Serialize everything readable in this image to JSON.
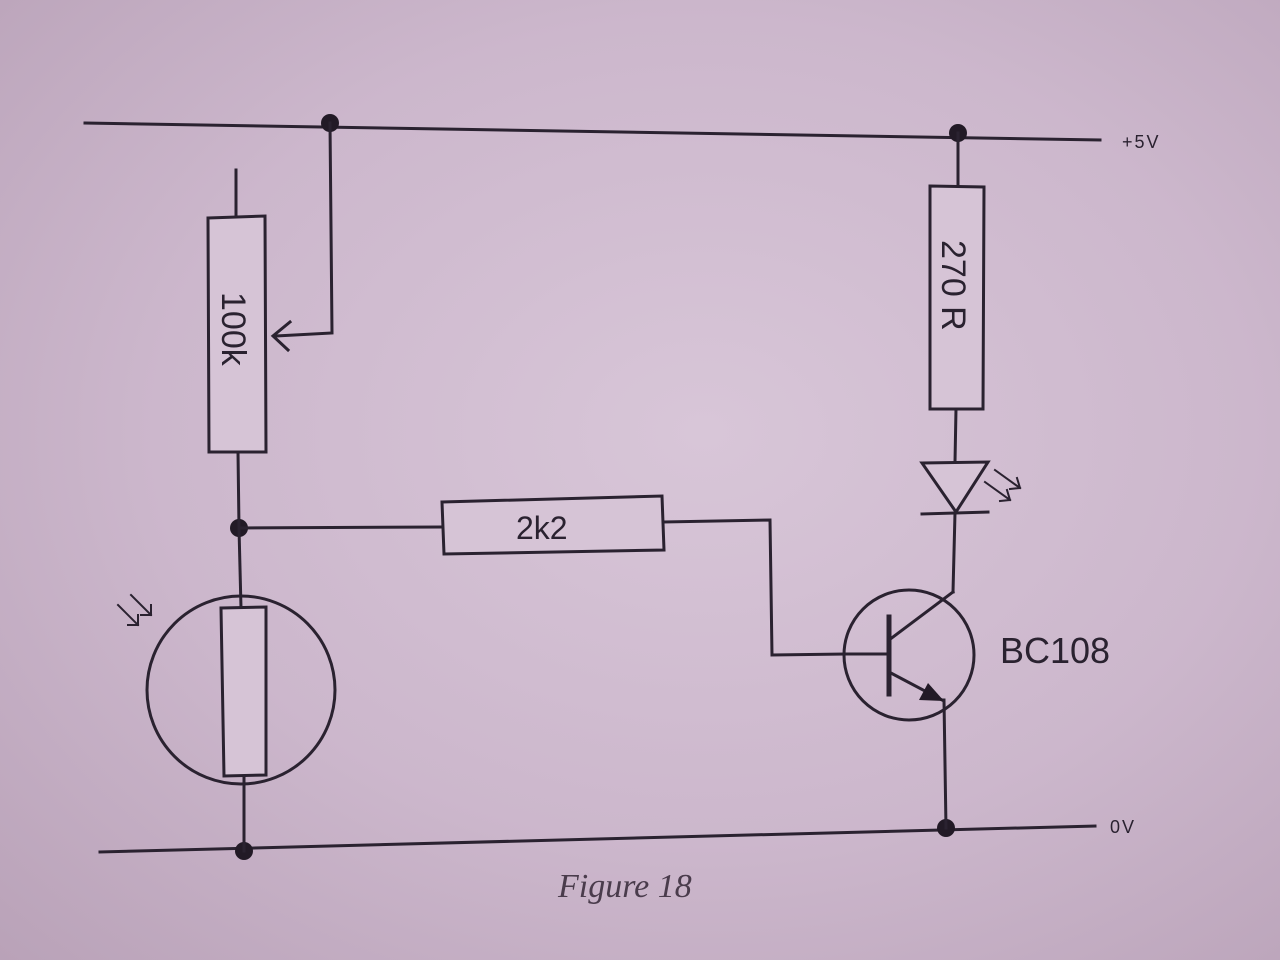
{
  "rails": {
    "positive_label": "+5V",
    "ground_label": "0V"
  },
  "components": {
    "potentiometer": "100k",
    "led_resistor": "270 R",
    "base_resistor": "2k2",
    "transistor": "BC108"
  },
  "caption": "Figure 18"
}
